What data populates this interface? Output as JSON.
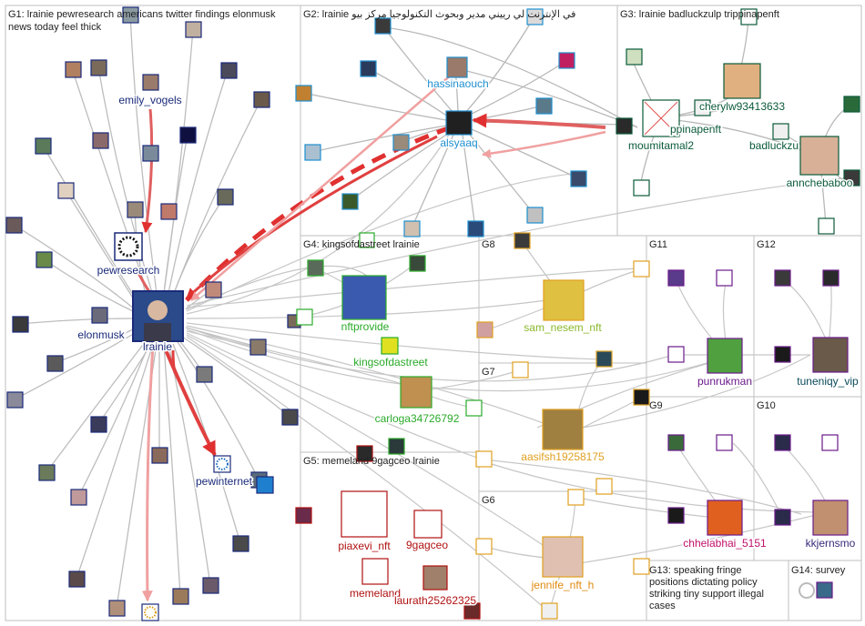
{
  "groups": [
    {
      "id": "G1",
      "label": "G1: lrainie pewresearch americans twitter findings elonmusk news today feel thick"
    },
    {
      "id": "G2",
      "label": "G2: lrainie في الإنترنت لي رييني مدير وبحوث التكنولوجيا مركز بيو"
    },
    {
      "id": "G3",
      "label": "G3: lrainie badluckzulp trippinapenft"
    },
    {
      "id": "G4",
      "label": "G4: kingsofdastreet lrainie"
    },
    {
      "id": "G5",
      "label": "G5: memeland 9gagceo lrainie"
    },
    {
      "id": "G6",
      "label": "G6"
    },
    {
      "id": "G7",
      "label": "G7"
    },
    {
      "id": "G8",
      "label": "G8"
    },
    {
      "id": "G9",
      "label": "G9"
    },
    {
      "id": "G10",
      "label": "G10"
    },
    {
      "id": "G11",
      "label": "G11"
    },
    {
      "id": "G12",
      "label": "G12"
    },
    {
      "id": "G13",
      "label": "G13: speaking fringe positions dictating policy striking tiny support illegal cases"
    },
    {
      "id": "G14",
      "label": "G14: survey"
    }
  ],
  "labeled_nodes": [
    {
      "id": "lrainie",
      "label": "lrainie",
      "color": "#1a2a7a"
    },
    {
      "id": "pewresearch",
      "label": "pewresearch",
      "color": "#1a2a7a"
    },
    {
      "id": "elonmusk",
      "label": "elonmusk",
      "color": "#1a2a7a"
    },
    {
      "id": "emily_vogels",
      "label": "emily_vogels",
      "color": "#1a2a7a"
    },
    {
      "id": "pewinternet",
      "label": "pewinternet",
      "color": "#1a2a7a"
    },
    {
      "id": "hassinaouch",
      "label": "hassinaouch",
      "color": "#1f8fcf"
    },
    {
      "id": "alsyaaq",
      "label": "alsyaaq",
      "color": "#1f8fcf"
    },
    {
      "id": "cherylw93413633",
      "label": "cherylw93413633",
      "color": "#0a5a3a"
    },
    {
      "id": "trippinapenft",
      "label": "ppinapenft",
      "color": "#0a5a3a"
    },
    {
      "id": "moumitamal2",
      "label": "moumitamal2",
      "color": "#0a5a3a"
    },
    {
      "id": "badluckzulp",
      "label": "badluckzu",
      "color": "#0a5a3a"
    },
    {
      "id": "annchebaboo",
      "label": "annchebaboo",
      "color": "#0a5a3a"
    },
    {
      "id": "nftprovide",
      "label": "nftprovide",
      "color": "#2aaa2a"
    },
    {
      "id": "kingsofdastreet",
      "label": "kingsofdastreet",
      "color": "#2aaa2a"
    },
    {
      "id": "carloga34726792",
      "label": "carloga34726792",
      "color": "#2aaa2a"
    },
    {
      "id": "sam_nesem_nft",
      "label": "sam_nesem_nft",
      "color": "#8ab82a"
    },
    {
      "id": "aasifsh19258175",
      "label": "aasifsh19258175",
      "color": "#e0a020"
    },
    {
      "id": "jennife_nft_h",
      "label": "jennife_nft_h",
      "color": "#e08a10"
    },
    {
      "id": "piaxevi_nft",
      "label": "piaxevi_nft",
      "color": "#b01010"
    },
    {
      "id": "9gagceo",
      "label": "9gagceo",
      "color": "#b01010"
    },
    {
      "id": "memeland",
      "label": "memeland",
      "color": "#b01010"
    },
    {
      "id": "laurath25262325",
      "label": "laurath25262325",
      "color": "#b01010"
    },
    {
      "id": "punrukman",
      "label": "punrukman",
      "color": "#6a1a8a"
    },
    {
      "id": "tuneniqy_vip",
      "label": "tuneniqy_vip",
      "color": "#0a4a5a"
    },
    {
      "id": "chhelabhai_5151",
      "label": "chhelabhai_5151",
      "color": "#c0106a"
    },
    {
      "id": "kkjernsmo",
      "label": "kkjernsmo",
      "color": "#3a2a7a"
    }
  ],
  "colors": {
    "edge": "#b8b8b8",
    "edge_dark": "#8a8a8a",
    "edge_strong": "#e03030",
    "edge_pink": "#f0a0a0",
    "panel_border": "#bfbfbf",
    "node_border": "#1a2a7a"
  }
}
